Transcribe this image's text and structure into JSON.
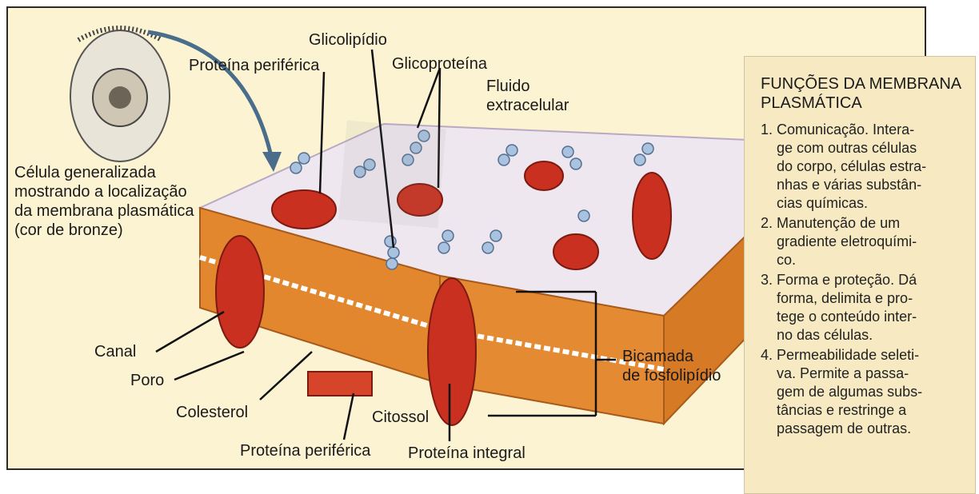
{
  "labels": {
    "celula": "Célula generalizada\nmostrando a localização\nda membrana plasmática\n(cor de bronze)",
    "proteina_periferica_top": "Proteína periférica",
    "glicolipidio": "Glicolipídio",
    "glicoproteina": "Glicoproteína",
    "fluido_extracelular": "Fluido\nextracelular",
    "canal": "Canal",
    "poro": "Poro",
    "colesterol": "Colesterol",
    "proteina_periferica_bottom": "Proteína periférica",
    "citossol": "Citossol",
    "proteina_integral": "Proteína integral",
    "bicamada": "Bicamada\nde fosfolipídio"
  },
  "side_panel": {
    "title": "FUNÇÕES DA MEMBRANA\nPLASMÁTICA",
    "items": [
      {
        "num": "1.",
        "text": "Comunicação. Intera-\nge com outras células\ndo corpo, células estra-\nnhas e várias substân-\ncias químicas."
      },
      {
        "num": "2.",
        "text": "Manutenção de um\ngradiente eletroquími-\nco."
      },
      {
        "num": "3.",
        "text": "Forma e proteção. Dá\nforma, delimita e pro-\ntege o conteúdo inter-\nno das células."
      },
      {
        "num": "4.",
        "text": "Permeabilidade seleti-\nva. Permite a passa-\ngem de algumas subs-\ntâncias e restringe a\npassagem de outras."
      }
    ]
  },
  "colors": {
    "background": "#fbf3d2",
    "panel": "#f7eac2",
    "protein": "#c9301f",
    "lipid_tail": "#e07a28",
    "sugar": "#9fb8d8"
  }
}
